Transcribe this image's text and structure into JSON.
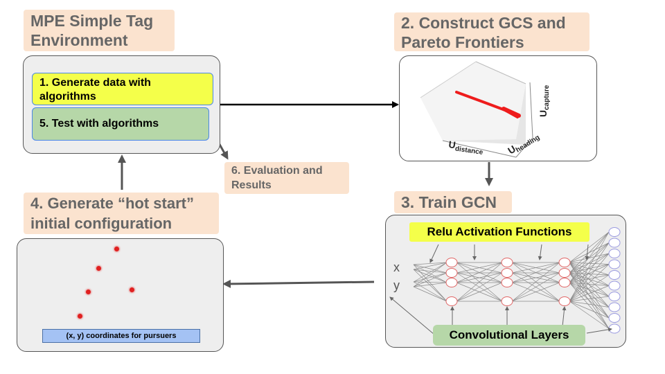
{
  "steps": {
    "env_title": "MPE Simple Tag\nEnvironment",
    "generate_data": "1. Generate data with algorithms",
    "test": "5. Test with algorithms",
    "evaluation": "6. Evaluation and\nResults",
    "construct": "2. Construct GCS and\nPareto Frontiers",
    "train": "3. Train GCN",
    "hot_start": "4. Generate “hot start”\ninitial configuration"
  },
  "pareto_plot": {
    "axis_capture": "U",
    "axis_capture_sub": "capture",
    "axis_distance": "U",
    "axis_distance_sub": "distance",
    "axis_heading": "U",
    "axis_heading_sub": "heading"
  },
  "gcn": {
    "relu_label": "Relu Activation Functions",
    "conv_label": "Convolutional Layers",
    "input_x": "x",
    "input_y": "y"
  },
  "pursuers": {
    "caption": "(x, y) coordinates for pursuers",
    "points": [
      [
        0.55,
        0.07
      ],
      [
        0.38,
        0.33
      ],
      [
        0.28,
        0.64
      ],
      [
        0.7,
        0.61
      ],
      [
        0.2,
        0.95
      ]
    ]
  },
  "colors": {
    "peach": "#fbe3cf",
    "yellow": "#f4ff4a",
    "green": "#b6d7a8",
    "blue": "#a4c2f4",
    "red": "#e02020",
    "arrow": "#555555"
  }
}
